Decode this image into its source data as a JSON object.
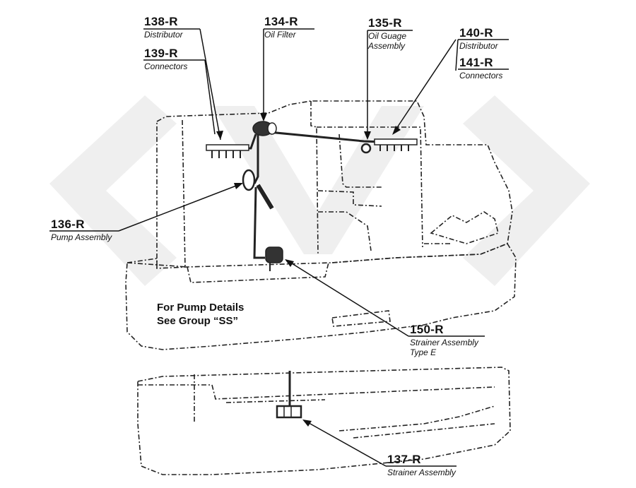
{
  "callouts": {
    "c138": {
      "number": "138-R",
      "description": "Distributor"
    },
    "c139": {
      "number": "139-R",
      "description": "Connectors"
    },
    "c134": {
      "number": "134-R",
      "description": "Oil Filter"
    },
    "c135": {
      "number": "135-R",
      "description_line1": "Oil Guage",
      "description_line2": "Assembly"
    },
    "c140": {
      "number": "140-R",
      "description": "Distributor"
    },
    "c141": {
      "number": "141-R",
      "description": "Connectors"
    },
    "c136": {
      "number": "136-R",
      "description": "Pump Assembly"
    },
    "c150": {
      "number": "150-R",
      "description_line1": "Strainer Assembly",
      "description_line2": "Type E"
    },
    "c137": {
      "number": "137-R",
      "description": "Strainer Assembly"
    }
  },
  "note": {
    "line1": "For Pump Details",
    "line2": "See Group “SS”"
  },
  "colors": {
    "ink": "#111111",
    "watermark": "#eeeeee"
  }
}
